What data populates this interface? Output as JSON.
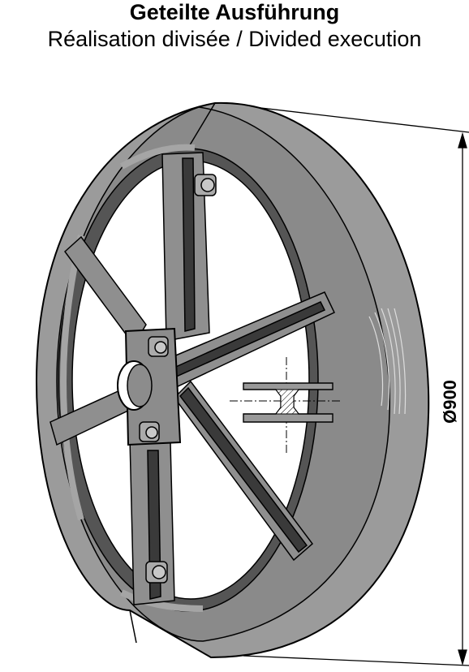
{
  "header": {
    "title": "Geteilte Ausführung",
    "subtitle": "Réalisation divisée / Divided execution"
  },
  "dimension": {
    "label": "Ø900"
  },
  "colors": {
    "tire": "#9a9a9a",
    "hub": "#8c8c8c",
    "dark": "#3a3a3a",
    "line": "#000000"
  }
}
